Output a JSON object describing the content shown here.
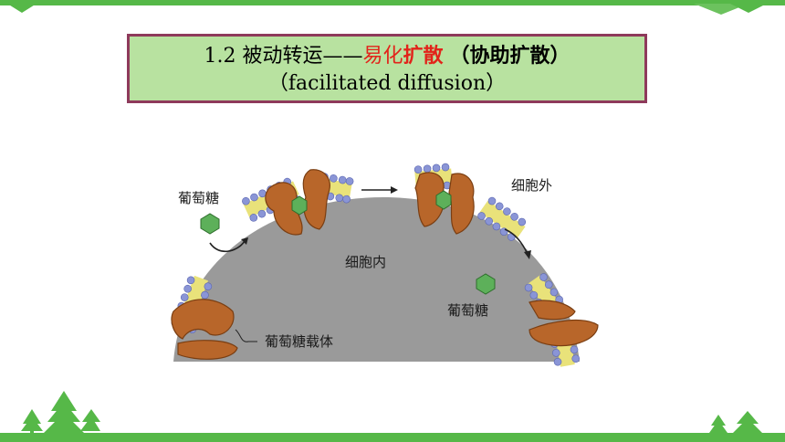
{
  "slide": {
    "title": {
      "number": "1.2",
      "prefix": "被动转运——",
      "highlight_a": "易化",
      "highlight_b": "扩散",
      "paren": "（协助扩散）",
      "english": "（facilitated diffusion）"
    }
  },
  "figure": {
    "label_glucose_left": "葡萄糖",
    "label_outside": "细胞外",
    "label_inside": "细胞内",
    "label_glucose_right": "葡萄糖",
    "label_carrier": "葡萄糖载体"
  },
  "colors": {
    "accent_green": "#56b848",
    "title_bg": "#b8e2a0",
    "title_border": "#8e3a5b",
    "highlight_red": "#e2231a",
    "cytoplasm": "#9a9a9a",
    "carrier": "#b8662a",
    "glucose": "#5db05a",
    "lipid_head": "#8a95d6"
  }
}
